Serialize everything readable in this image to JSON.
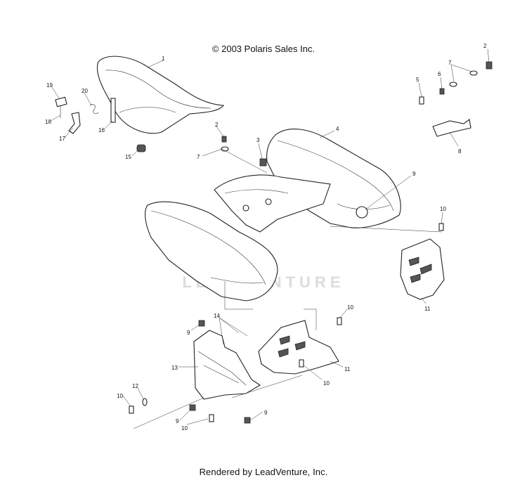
{
  "header": {
    "copyright": "© 2003 Polaris Sales Inc."
  },
  "footer": {
    "rendered_by": "Rendered by LeadVenture, Inc."
  },
  "watermark": {
    "text": "LEADVENTURE"
  },
  "callouts": {
    "c1": "1",
    "c2a": "2",
    "c2b": "2",
    "c3": "3",
    "c4": "4",
    "c5": "5",
    "c6": "6",
    "c7a": "7",
    "c7b": "7",
    "c8": "8",
    "c9a": "9",
    "c9b": "9",
    "c9c": "9",
    "c9d": "9",
    "c10a": "10",
    "c10b": "10",
    "c10c": "10",
    "c10d": "10",
    "c10e": "10",
    "c11a": "11",
    "c11b": "11",
    "c12": "12",
    "c13": "13",
    "c14": "14",
    "c15": "15",
    "c16": "16",
    "c17": "17",
    "c18": "18",
    "c19": "19",
    "c20": "20"
  }
}
